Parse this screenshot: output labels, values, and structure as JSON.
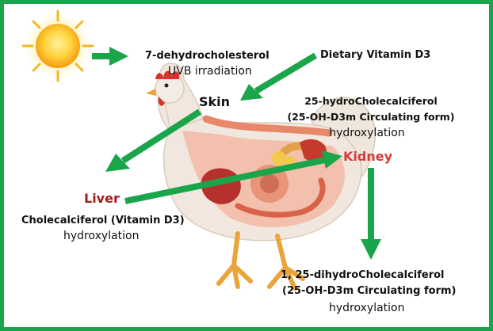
{
  "labels": {
    "dehydro": "7-dehydrocholesterol",
    "uvb": "UVB irradiation",
    "dietary": "Dietary Vitamin D3",
    "skin": "Skin",
    "hydro25_line1": "25-hydroCholecalciferol",
    "hydro25_line2": "(25-OH-D3m Circulating form)",
    "hydro25_sub": "hydroxylation",
    "kidney": "Kidney",
    "liver": "Liver",
    "chole": "Cholecalciferol (Vitamin D3)",
    "chole_sub": "hydroxylation",
    "dihydro_line1": "1, 25-dihydroCholecalciferol",
    "dihydro_line2": "(25-OH-D3m Circulating form)",
    "dihydro_sub": "hydroxylation"
  },
  "colors": {
    "frame": "#1aa54a",
    "arrow": "#1aa54a",
    "organ_label": "#a51c1c",
    "kidney_label": "#d63a3a",
    "sun": "#f7b21a"
  },
  "icons": {
    "sun": "sun-icon",
    "chicken": "chicken-anatomy-illustration"
  }
}
